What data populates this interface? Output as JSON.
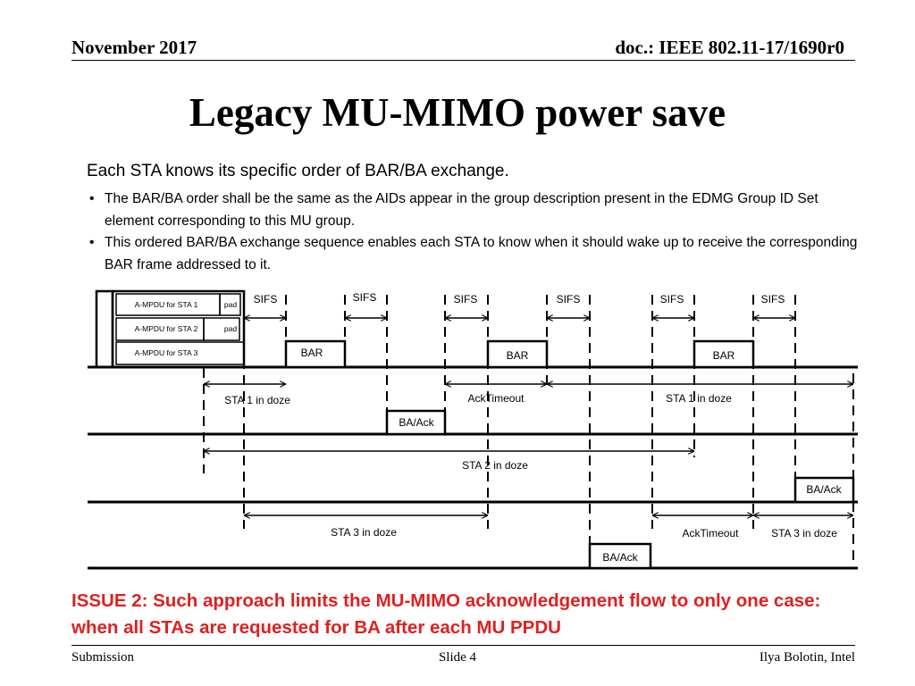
{
  "header": {
    "date": "November 2017",
    "doc_id": "doc.: IEEE 802.11-17/1690r0"
  },
  "slide": {
    "title": "Legacy MU-MIMO power save",
    "intro": "Each STA knows its specific order of BAR/BA exchange.",
    "bullets": [
      "The BAR/BA order shall be the same as the AIDs appear in the group description present in the EDMG Group ID Set element corresponding to this MU group.",
      "This ordered BAR/BA exchange sequence enables each STA to know when it should wake up to receive the corresponding BAR frame addressed to it."
    ],
    "bullet_glyph": "•",
    "issue": "ISSUE 2: Such approach limits the MU-MIMO acknowledgement flow to only one case: when all STAs are requested for BA after each MU PPDU"
  },
  "diagram": {
    "ampdu_labels": [
      "A-MPDU for STA 1",
      "A-MPDU for STA 2",
      "A-MPDU for STA 3"
    ],
    "pad_label": "pad",
    "sifs_labels": [
      "SIFS",
      "SIFS",
      "SIFS",
      "SIFS",
      "SIFS",
      "SIFS"
    ],
    "bar_labels": [
      "BAR",
      "BAR",
      "BAR"
    ],
    "ba_labels": [
      "BA/Ack",
      "BA/Ack",
      "BA/Ack"
    ],
    "doze_labels": {
      "sta1_first": "STA 1 in doze",
      "sta1_second": "STA 1 in doze",
      "sta2": "STA 2 in doze",
      "sta3_first": "STA 3 in doze",
      "sta3_second": "STA 3 in doze"
    },
    "acktimeout_labels": [
      "AckTimeout",
      "AckTimeout"
    ],
    "colors": {
      "issue_text": "#e02020",
      "line": "#000000"
    }
  },
  "footer": {
    "left": "Submission",
    "center": "Slide 4",
    "right": "Ilya Bolotin, Intel"
  }
}
